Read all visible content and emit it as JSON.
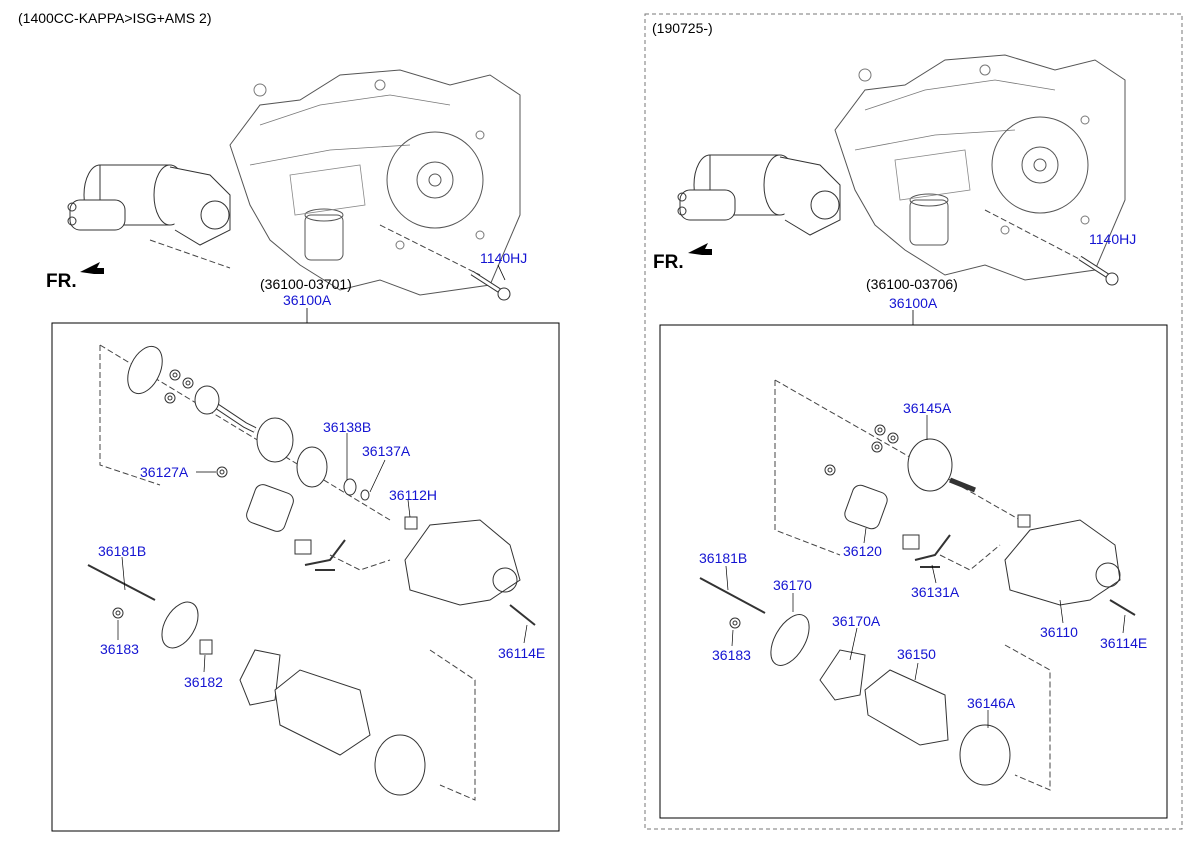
{
  "left": {
    "header": "(1400CC-KAPPA>ISG+AMS 2)",
    "fr": "FR.",
    "bolt_label": "1140HJ",
    "assy_code": "(36100-03701)",
    "assy_label": "36100A",
    "parts": [
      "36138B",
      "36137A",
      "36127A",
      "36112H",
      "36181B",
      "36183",
      "36114E",
      "36182"
    ]
  },
  "right": {
    "header": "(190725-)",
    "fr": "FR.",
    "bolt_label": "1140HJ",
    "assy_code": "(36100-03706)",
    "assy_label": "36100A",
    "parts": [
      "36145A",
      "36120",
      "36181B",
      "36131A",
      "36170",
      "36110",
      "36114E",
      "36183",
      "36170A",
      "36150",
      "36146A"
    ]
  },
  "colors": {
    "callout": "#1414d2",
    "line": "#000000",
    "frame": "#888888"
  }
}
